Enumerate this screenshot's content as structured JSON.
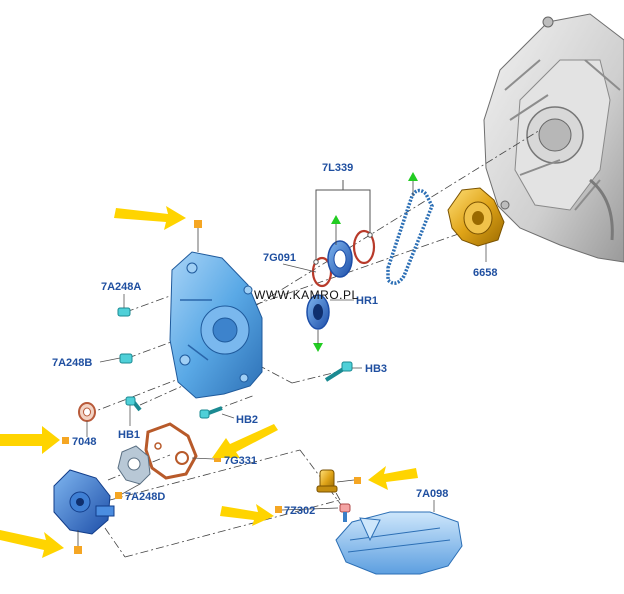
{
  "watermark": "WWW.KAMRO.PL",
  "colors": {
    "callout_text": "#1f4fa0",
    "marker_square": "#f5a623",
    "marker_triangle": "#22cc22",
    "arrow": "#ffd400",
    "part_blue": "#5aa9e6",
    "seal_red": "#b83a2a",
    "gear_gold": "#e0a418",
    "casing_gray": "#cfcfcf"
  },
  "labels": {
    "l_7L339": "7L339",
    "l_7G091": "7G091",
    "l_HR1": "HR1",
    "l_6658": "6658",
    "l_7A248A": "7A248A",
    "l_7A248B": "7A248B",
    "l_HB3": "HB3",
    "l_7048": "7048",
    "l_HB1": "HB1",
    "l_HB2": "HB2",
    "l_7G331": "7G331",
    "l_7A248D": "7A248D",
    "l_7Z302": "7Z302",
    "l_7A098": "7A098"
  }
}
